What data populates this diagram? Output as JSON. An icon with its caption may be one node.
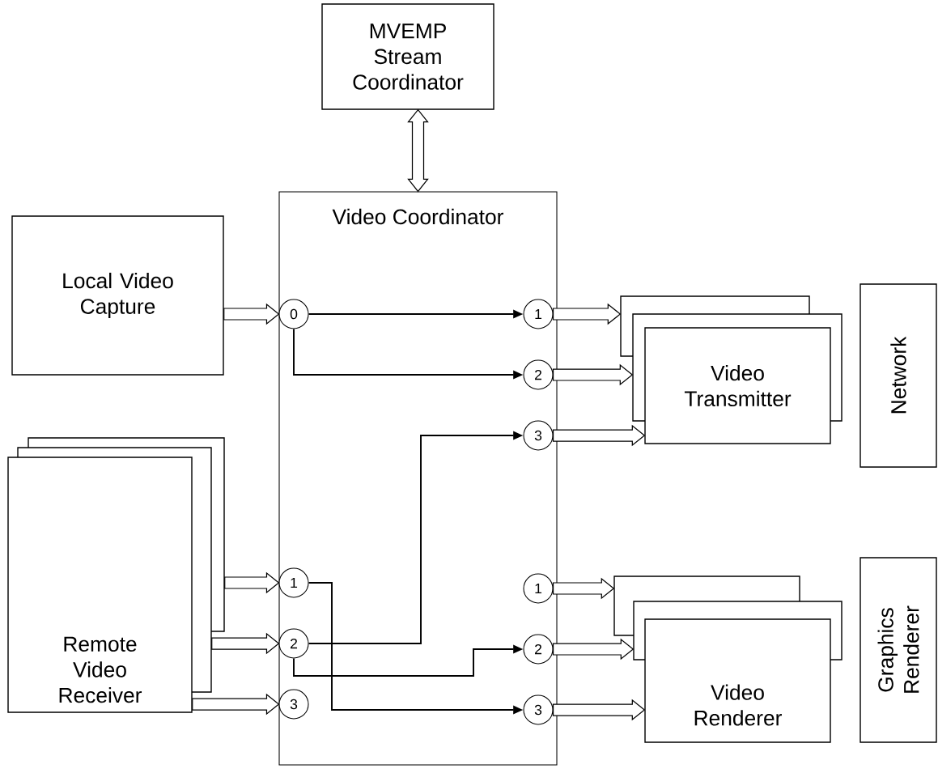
{
  "diagram": {
    "nodes": [
      {
        "text": [
          "MVEMP Stream Coordinator"
        ]
      },
      {
        "text": [
          "Video Coordinator"
        ]
      },
      {
        "text": [
          "Local Video Capture"
        ]
      },
      {
        "text": [
          "0"
        ],
        "in": 1
      },
      {
        "text": [
          "1"
        ],
        "in": 1
      },
      {
        "text": [
          "2"
        ],
        "in": 1
      },
      {
        "text": [
          "3"
        ],
        "in": 1
      },
      {
        "text": [
          "1"
        ],
        "in": 1
      },
      {
        "text": [
          "2"
        ],
        "in": 1
      },
      {
        "text": [
          "3"
        ],
        "in": 1
      },
      {
        "text": [
          "1"
        ],
        "in": 1
      },
      {
        "text": [
          "2"
        ],
        "in": 1
      },
      {
        "text": [
          "3"
        ],
        "in": 1
      },
      {
        "text": [],
        "shape": "box"
      },
      {
        "text": [],
        "shape": "box"
      },
      {
        "text": [
          "Video Transmitter"
        ]
      },
      {
        "text": [
          "Network"
        ]
      },
      {
        "text": [],
        "shape": "box"
      },
      {
        "text": [],
        "shape": "box"
      },
      {
        "text": [
          "Remote Video Receiver"
        ]
      },
      {
        "text": [],
        "shape": "box"
      },
      {
        "text": [],
        "shape": "box"
      },
      {
        "text": [
          "Video Renderer"
        ]
      },
      {
        "text": [
          "Graphics Renderer"
        ]
      }
    ],
    "edges": [
      {
        "from": 0,
        "to": 1,
        "arrow": "both",
        "style": "thick"
      },
      {
        "from": 2,
        "to": 3,
        "arrow": "to",
        "style": "thick"
      },
      {
        "from": 3,
        "to": 4,
        "arrow": "to"
      },
      {
        "from": 3,
        "to": 5,
        "arrow": "to"
      },
      {
        "from": 8,
        "to": 6,
        "arrow": "to"
      },
      {
        "from": 8,
        "to": 11,
        "arrow": "to"
      },
      {
        "from": 7,
        "to": 12,
        "arrow": "to"
      },
      {
        "from": 4,
        "to": 13,
        "arrow": "to",
        "style": "thick"
      },
      {
        "from": 5,
        "to": 14,
        "arrow": "to",
        "style": "thick"
      },
      {
        "from": 6,
        "to": 15,
        "arrow": "to",
        "style": "thick"
      },
      {
        "from": 17,
        "to": 7,
        "arrow": "to",
        "style": "thick"
      },
      {
        "from": 18,
        "to": 8,
        "arrow": "to",
        "style": "thick"
      },
      {
        "from": 19,
        "to": 9,
        "arrow": "to",
        "style": "thick"
      },
      {
        "from": 10,
        "to": 20,
        "arrow": "to",
        "style": "thick"
      },
      {
        "from": 11,
        "to": 21,
        "arrow": "to",
        "style": "thick"
      },
      {
        "from": 12,
        "to": 22,
        "arrow": "to",
        "style": "thick"
      }
    ]
  }
}
